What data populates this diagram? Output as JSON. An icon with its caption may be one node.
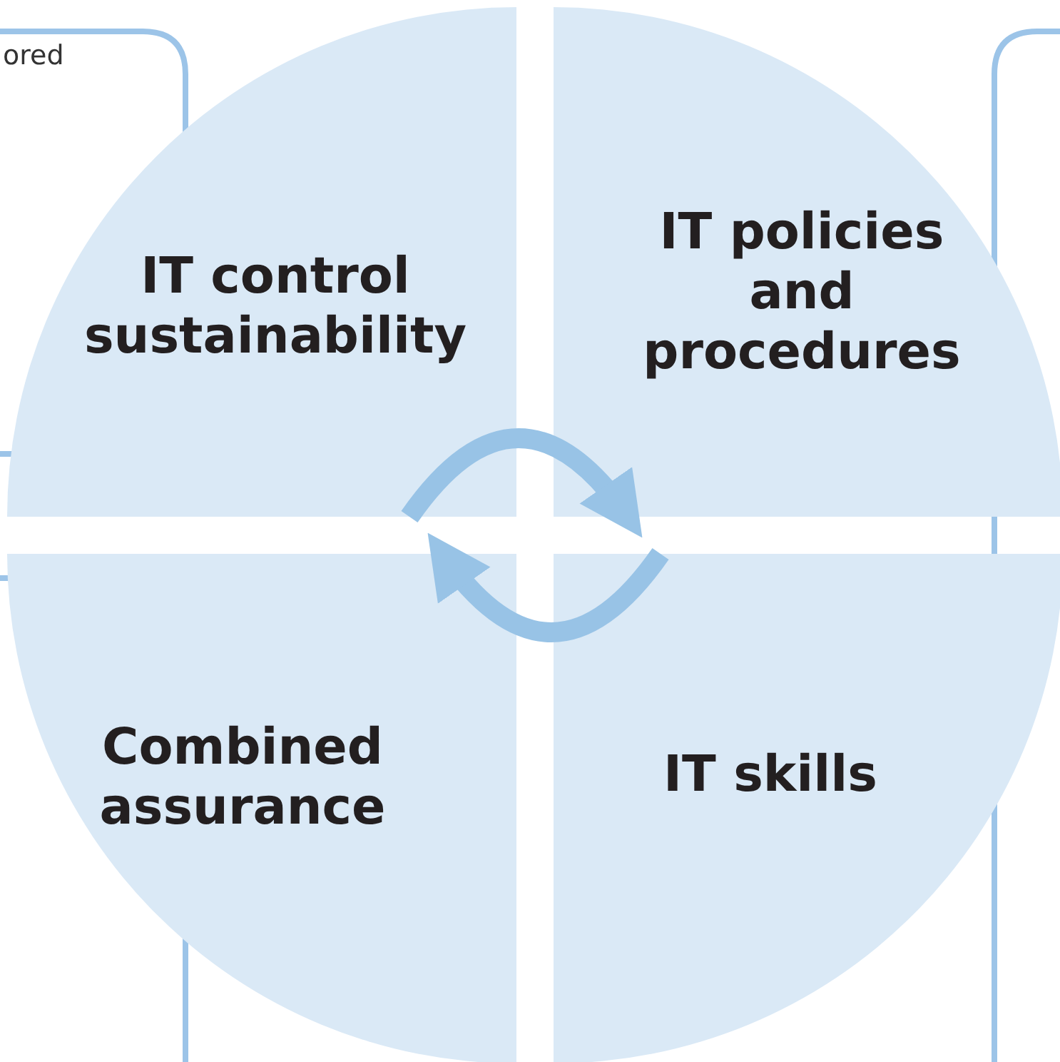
{
  "diagram": {
    "nodes": [
      {
        "text": [
          "IT control sustainability"
        ]
      },
      {
        "text": [
          "IT policies and procedures"
        ]
      },
      {
        "text": [
          "Combined assurance"
        ]
      },
      {
        "text": [
          "IT skills"
        ]
      }
    ],
    "edges": [
      {
        "from": 0,
        "to": 1,
        "arrow": "to"
      },
      {
        "from": 3,
        "to": 2,
        "arrow": "to"
      }
    ],
    "labels": [
      "ored"
    ]
  }
}
